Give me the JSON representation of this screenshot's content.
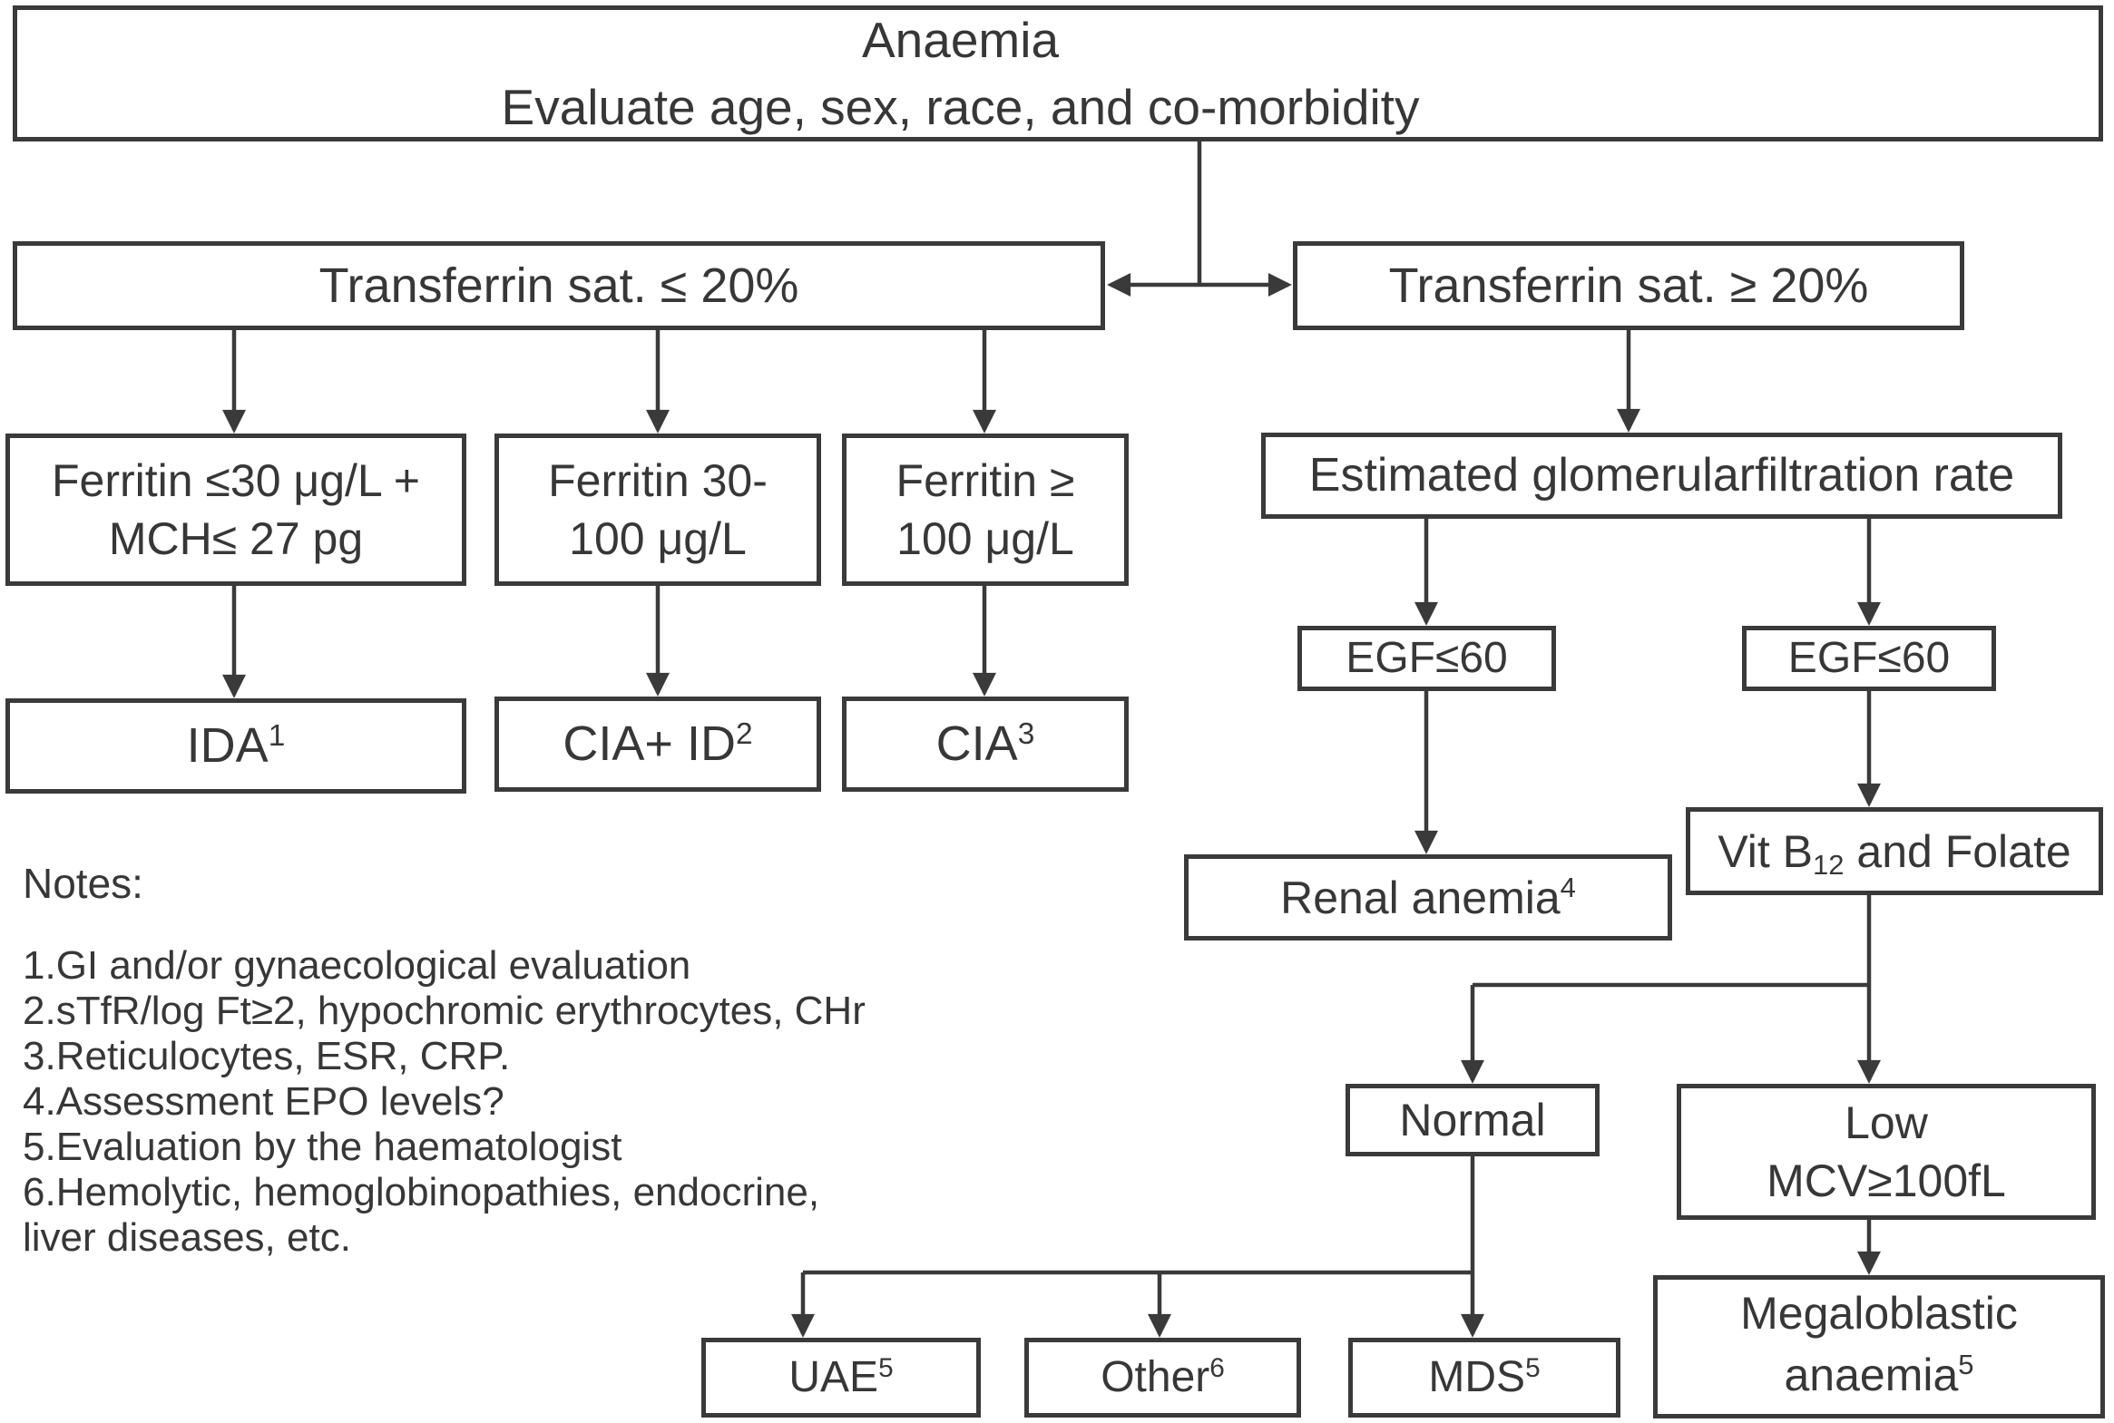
{
  "diagram": {
    "title_box": {
      "line1": "Anaemia",
      "line2": "Evaluate age, sex, race, and co-morbidity"
    },
    "nodes": {
      "transferrin_low": "Transferrin sat. ≤ 20%",
      "transferrin_high": "Transferrin sat. ≥ 20%",
      "ferritin_low": {
        "line1": "Ferritin ≤30 μg/L +",
        "line2": "MCH≤ 27 pg"
      },
      "ferritin_mid": {
        "line1": "Ferritin 30-",
        "line2": "100 μg/L"
      },
      "ferritin_high": {
        "line1": "Ferritin ≥",
        "line2": "100 μg/L"
      },
      "ida": {
        "label": "IDA",
        "sup": "1"
      },
      "cia_id": {
        "label": "CIA+ ID",
        "sup": "2"
      },
      "cia": {
        "label": "CIA",
        "sup": "3"
      },
      "egfr": "Estimated glomerularfiltration rate",
      "egf_left": "EGF≤60",
      "egf_right": "EGF≤60",
      "renal": {
        "label": "Renal anemia",
        "sup": "4"
      },
      "vitb12": {
        "pre": "Vit B",
        "sub": "12",
        "post": " and Folate"
      },
      "normal": "Normal",
      "low_mcv": {
        "line1": "Low",
        "line2": "MCV≥100fL"
      },
      "megaloblastic": {
        "line1": "Megaloblastic",
        "line2": "anaemia",
        "sup": "5"
      },
      "uae": {
        "label": "UAE",
        "sup": "5"
      },
      "other": {
        "label": "Other",
        "sup": "6"
      },
      "mds": {
        "label": "MDS",
        "sup": "5"
      }
    },
    "notes": {
      "heading": "Notes:",
      "lines": [
        "1.GI and/or gynaecological evaluation",
        "2.sTfR/log Ft≥2, hypochromic erythrocytes, CHr",
        "3.Reticulocytes, ESR, CRP.",
        "4.Assessment EPO levels?",
        "5.Evaluation by the haematologist",
        "6.Hemolytic, hemoglobinopathies, endocrine,",
        "liver diseases, etc."
      ]
    },
    "colors": {
      "line": "#3a3a3a",
      "text": "#373737",
      "background": "#ffffff"
    }
  }
}
